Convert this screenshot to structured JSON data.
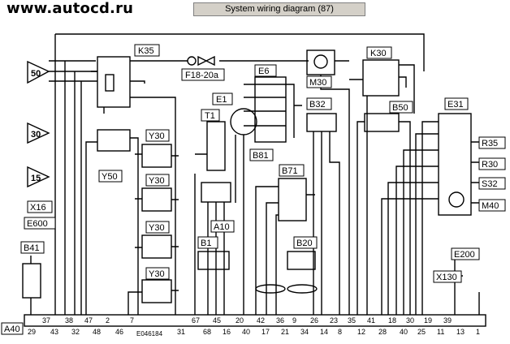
{
  "site": "www.autocd.ru",
  "window_title": "System wiring diagram (87)",
  "doc_code": "E046184",
  "ground_connector": "A40",
  "inputs": {
    "in50": "50",
    "in30": "30",
    "in15": "15"
  },
  "components": {
    "k35": "K35",
    "k30": "K30",
    "e6": "E6",
    "e1": "E1",
    "m30": "M30",
    "b32": "B32",
    "b50": "B50",
    "e31": "E31",
    "t1": "T1",
    "b81": "B81",
    "b71": "B71",
    "a10": "A10",
    "b1": "B1",
    "b20": "B20",
    "y50": "Y50",
    "y30a": "Y30",
    "y30b": "Y30",
    "y30c": "Y30",
    "y30d": "Y30",
    "x16": "X16",
    "e600": "E600",
    "b41": "B41",
    "r35": "R35",
    "r30": "R30",
    "s32": "S32",
    "m40": "M40",
    "e200": "E200",
    "x130": "X130",
    "fuse": "F18-20a"
  },
  "pins_top": [
    "37",
    "38",
    "47",
    "2",
    "7",
    "67",
    "45",
    "20",
    "42",
    "36",
    "9",
    "26",
    "23",
    "35",
    "41",
    "18",
    "30",
    "19",
    "39"
  ],
  "pins_bottom": [
    "29",
    "43",
    "32",
    "48",
    "46",
    "31",
    "68",
    "16",
    "40",
    "17",
    "21",
    "34",
    "14",
    "8",
    "12",
    "28",
    "40",
    "25",
    "11",
    "13",
    "1"
  ]
}
